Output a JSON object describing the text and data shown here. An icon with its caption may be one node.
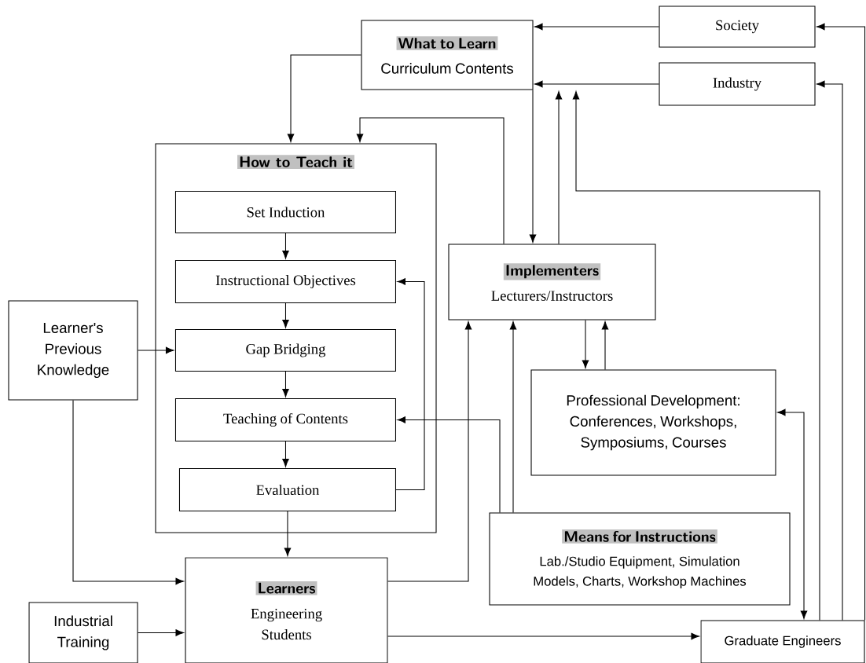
{
  "diagram": {
    "nodes": [
      {
        "text": [
          "What to Learn",
          "Curriculum Contents"
        ]
      },
      {
        "text": [
          "Society"
        ]
      },
      {
        "text": [
          "Industry"
        ]
      },
      {
        "text": [
          "How to Teach it"
        ]
      },
      {
        "text": [
          "Set Induction"
        ],
        "in": 3
      },
      {
        "text": [
          "Instructional Objectives"
        ],
        "in": 3
      },
      {
        "text": [
          "Gap Bridging"
        ],
        "in": 3
      },
      {
        "text": [
          "Teaching of Contents"
        ],
        "in": 3
      },
      {
        "text": [
          "Evaluation"
        ],
        "in": 3
      },
      {
        "text": [
          "Implementers",
          "Lecturers/Instructors"
        ]
      },
      {
        "text": [
          "Learner's Previous Knowledge"
        ]
      },
      {
        "text": [
          "Professional Development: Conferences, Workshops, Symposiums, Courses"
        ]
      },
      {
        "text": [
          "Means for Instructions",
          "Lab./Studio Equipment, Simulation Models, Charts, Workshop Machines"
        ]
      },
      {
        "text": [
          "Learners",
          "Engineering Students"
        ]
      },
      {
        "text": [
          "Industrial Training"
        ]
      },
      {
        "text": [
          "Graduate Engineers"
        ]
      }
    ],
    "edges": [
      {
        "from": 1,
        "to": 0,
        "arrow": "to"
      },
      {
        "from": 2,
        "to": 0,
        "arrow": "to"
      },
      {
        "from": 0,
        "to": 3,
        "arrow": "to"
      },
      {
        "from": 9,
        "to": 3,
        "arrow": "to"
      },
      {
        "from": 0,
        "to": 9,
        "arrow": "to"
      },
      {
        "from": 9,
        "to": 0,
        "arrow": "to"
      },
      {
        "from": 15,
        "to": 0,
        "arrow": "to"
      },
      {
        "from": 15,
        "to": 2,
        "arrow": "to"
      },
      {
        "from": 15,
        "to": 1,
        "arrow": "to"
      },
      {
        "from": 4,
        "to": 5,
        "arrow": "to"
      },
      {
        "from": 5,
        "to": 6,
        "arrow": "to"
      },
      {
        "from": 6,
        "to": 7,
        "arrow": "to"
      },
      {
        "from": 7,
        "to": 8,
        "arrow": "to"
      },
      {
        "from": 8,
        "to": 5,
        "arrow": "to"
      },
      {
        "from": 10,
        "to": 6,
        "arrow": "to"
      },
      {
        "from": 10,
        "to": 13,
        "arrow": "to"
      },
      {
        "from": 8,
        "to": 13,
        "arrow": "to"
      },
      {
        "from": 14,
        "to": 13,
        "arrow": "to"
      },
      {
        "from": 13,
        "to": 9,
        "arrow": "to"
      },
      {
        "from": 12,
        "to": 9,
        "arrow": "to"
      },
      {
        "from": 12,
        "to": 7,
        "arrow": "to"
      },
      {
        "from": 9,
        "to": 11,
        "arrow": "to"
      },
      {
        "from": 11,
        "to": 9,
        "arrow": "to"
      },
      {
        "from": 11,
        "to": 15,
        "arrow": "both"
      },
      {
        "from": 13,
        "to": 15,
        "arrow": "to"
      }
    ]
  }
}
